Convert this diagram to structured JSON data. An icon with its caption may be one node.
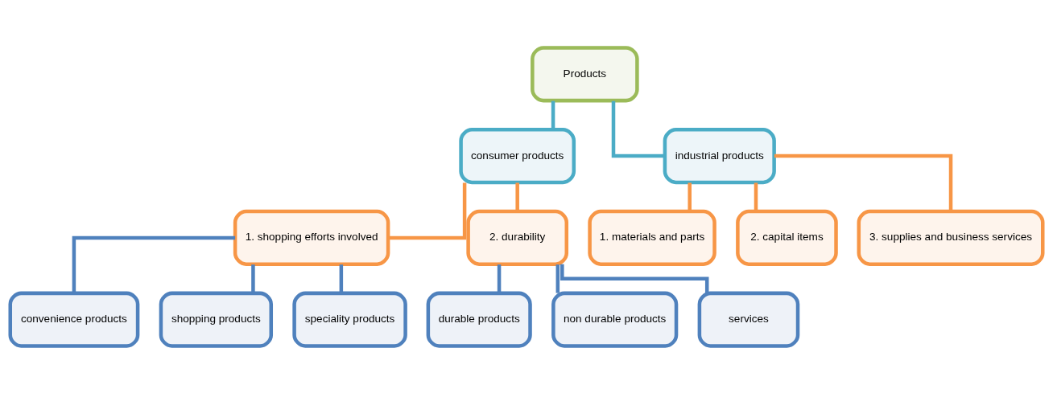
{
  "diagram": {
    "nodes": [
      {
        "text": [
          "Products"
        ]
      },
      {
        "text": [
          "consumer products"
        ]
      },
      {
        "text": [
          "industrial products"
        ]
      },
      {
        "text": [
          "1. shopping efforts involved"
        ]
      },
      {
        "text": [
          "2. durability"
        ]
      },
      {
        "text": [
          "1. materials and parts"
        ]
      },
      {
        "text": [
          "2. capital items"
        ]
      },
      {
        "text": [
          "3. supplies and business services"
        ]
      },
      {
        "text": [
          "convenience products"
        ]
      },
      {
        "text": [
          "shopping products"
        ]
      },
      {
        "text": [
          "speciality products"
        ]
      },
      {
        "text": [
          "durable products"
        ]
      },
      {
        "text": [
          "non durable products"
        ]
      },
      {
        "text": [
          "services"
        ]
      }
    ],
    "edges": [
      {
        "from": 0,
        "to": 1,
        "arrow": "none",
        "color": "#4bacc6"
      },
      {
        "from": 0,
        "to": 2,
        "arrow": "none",
        "color": "#4bacc6"
      },
      {
        "from": 1,
        "to": 3,
        "arrow": "none",
        "color": "#f79646"
      },
      {
        "from": 1,
        "to": 4,
        "arrow": "none",
        "color": "#f79646"
      },
      {
        "from": 2,
        "to": 5,
        "arrow": "none",
        "color": "#f79646"
      },
      {
        "from": 2,
        "to": 6,
        "arrow": "none",
        "color": "#f79646"
      },
      {
        "from": 2,
        "to": 7,
        "arrow": "none",
        "color": "#f79646"
      },
      {
        "from": 3,
        "to": 8,
        "arrow": "none",
        "color": "#4f81bd"
      },
      {
        "from": 3,
        "to": 9,
        "arrow": "none",
        "color": "#4f81bd"
      },
      {
        "from": 3,
        "to": 10,
        "arrow": "none",
        "color": "#4f81bd"
      },
      {
        "from": 4,
        "to": 11,
        "arrow": "none",
        "color": "#4f81bd"
      },
      {
        "from": 4,
        "to": 12,
        "arrow": "none",
        "color": "#4f81bd"
      },
      {
        "from": 4,
        "to": 13,
        "arrow": "none",
        "color": "#4f81bd"
      }
    ]
  }
}
